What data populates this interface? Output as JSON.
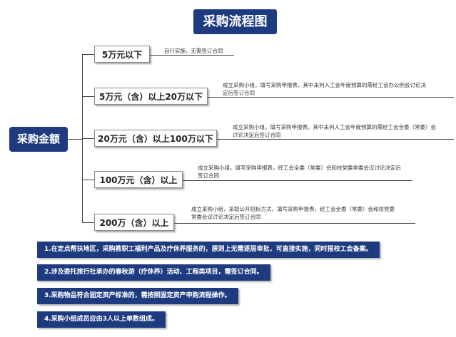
{
  "title": "采购流程图",
  "root": "采购金额",
  "branches": [
    {
      "label": "5万元以下",
      "note_lines": [
        "自行实施，无需签订合同"
      ]
    },
    {
      "label": "5万元（含）以上20万以下",
      "note_lines": [
        "成立采购小组，填写采购申报表，其中未列入工会年度预算的需经工会办公例会讨论决",
        "定后签订合同"
      ]
    },
    {
      "label": "20万元（含）以上100万以下",
      "note_lines": [
        "成立采购小组，填写采购申报表，其中未列入工会年度预算的需经工会全委（常委）会",
        "讨论决定后签订合同"
      ]
    },
    {
      "label": "100万元（含）以上",
      "note_lines": [
        "成立采购小组，填写采购申报表，经工会全委（常委）会和校党委常委会议讨论决定后",
        "签订合同"
      ]
    },
    {
      "label": "200万（含）以上",
      "note_lines": [
        "成立采购小组，采取公开招标方式，填写采购申报表，经工会全委（常委）会和校党委",
        "常委会议讨论决定后签订合同"
      ]
    }
  ],
  "footnotes": [
    "1.在定点帮扶地区，采购教职工福利产品及疗休养服务的，原则上无需逐层审批，可直接实施，同时报校工会备案。",
    "2.涉及委托旅行社承办的春秋游（疗休养）活动、工程类项目，需签订合同。",
    "3.采购物品符合固定资产标准的，需按照固定资产申购流程操作。",
    "4.采购小组成员应由3人以上单数组成。"
  ],
  "colors": {
    "accent": "#1f3b80"
  }
}
